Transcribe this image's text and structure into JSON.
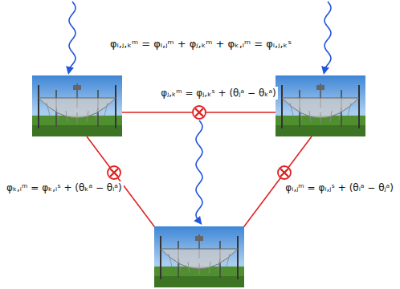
{
  "diagram": {
    "labels": [
      "φᵢ,ⱼ,ₖᵐ = φᵢ,ⱼᵐ + φⱼ,ₖᵐ + φₖ,ₗᵐ = φᵢ,ⱼ,ₖˢ",
      "φⱼ,ₖᵐ = φⱼ,ₖˢ + (θⱼᵃ − θₖᵃ)",
      "φₖ,ᵢᵐ = φₖ,ᵢˢ + (θₖᵃ − θᵢᵃ)",
      "φᵢ,ⱼᵐ = φᵢ,ⱼˢ + (θᵢᵃ − θⱼᵃ)"
    ]
  }
}
